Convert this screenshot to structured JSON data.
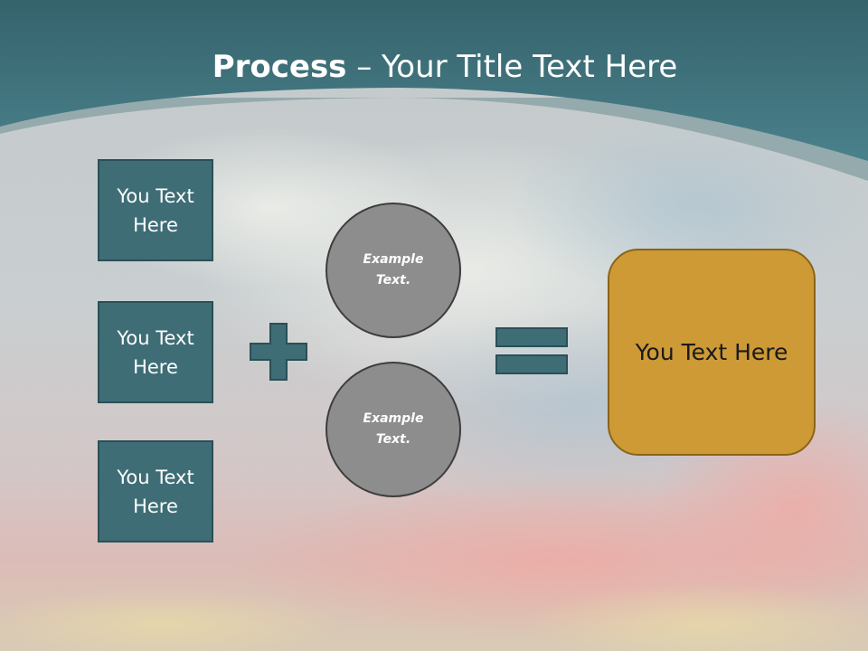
{
  "slide": {
    "title_bold": "Process",
    "title_rest": " – Your Title Text Here",
    "left_boxes": [
      "You Text Here",
      "You Text Here",
      "You Text Here"
    ],
    "circles": [
      "Example Text.",
      "Example Text."
    ],
    "result": "You Text Here"
  },
  "colors": {
    "header": "#3f7680",
    "box": "#3e6d76",
    "circle": "#8d8d8d",
    "result": "#cd9a36"
  },
  "icons": {
    "plus": "plus-icon",
    "equals": "equals-icon"
  }
}
